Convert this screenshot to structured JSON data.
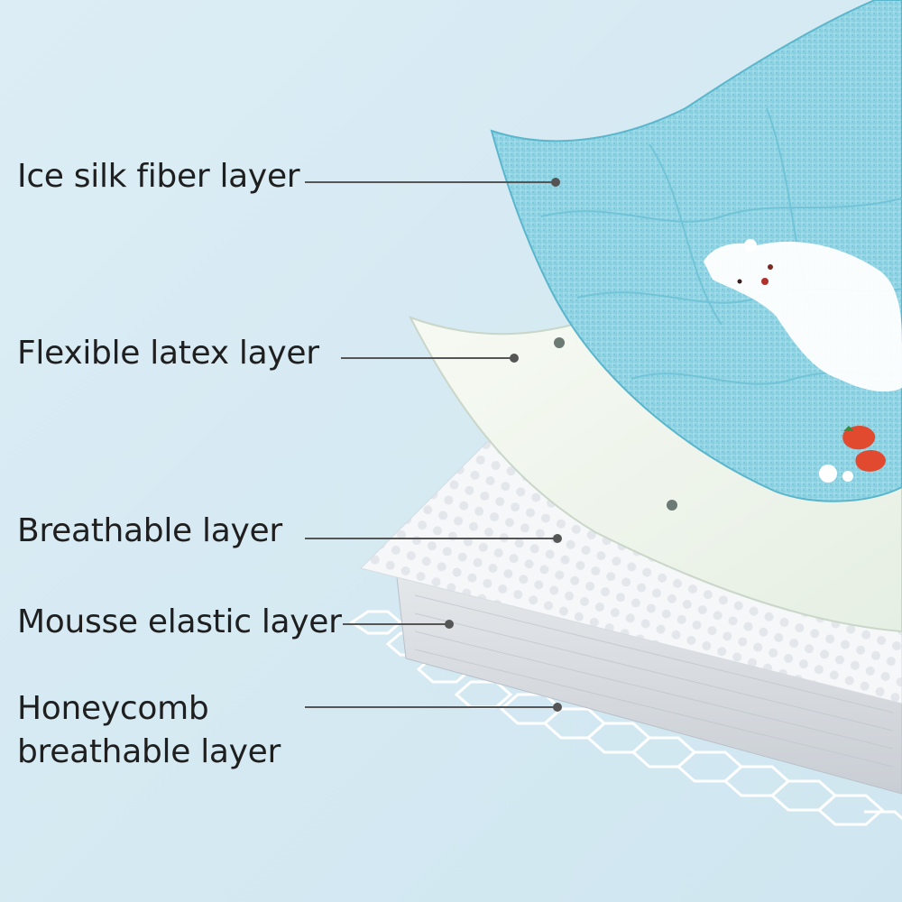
{
  "labels": {
    "ice_silk": "Ice silk fiber layer",
    "latex": "Flexible latex layer",
    "breathable": "Breathable layer",
    "mousse": "Mousse elastic layer",
    "honeycomb_line1": "Honeycomb",
    "honeycomb_line2": "breathable layer"
  },
  "colors": {
    "background": "#d9ecf4",
    "text": "#1f1f1f",
    "leader_line": "#555555",
    "ice_silk_fabric": "#8fd6e6",
    "latex": "#f2f7ef",
    "breathable_fabric": "#f4f6f8",
    "mousse_foam": "#d9dde2",
    "honeycomb": "#ffffff"
  },
  "icons": [
    "polar-bear-motif",
    "strawberry-motif"
  ]
}
